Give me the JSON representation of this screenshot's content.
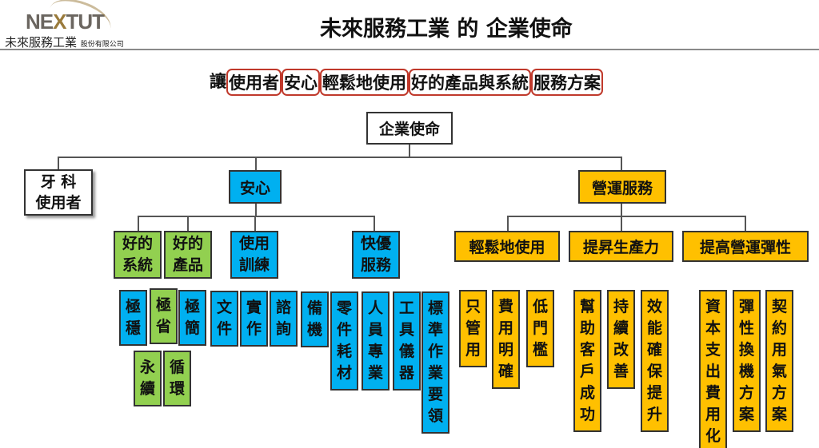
{
  "logo": {
    "brand": "NEXTUT",
    "company": "未來服務工業",
    "company_suffix": "股份有限公司"
  },
  "title": "未來服務工業 的 企業使命",
  "tagline": [
    {
      "text": "讓",
      "hl": false
    },
    {
      "text": "使用者",
      "hl": true
    },
    {
      "text": "安心",
      "hl": true
    },
    {
      "text": "輕鬆地使用",
      "hl": true
    },
    {
      "text": "好的產品與系統",
      "hl": true
    },
    {
      "text": "服務方案",
      "hl": true
    }
  ],
  "root": "企業使命",
  "level1": {
    "user": "牙 科 使用者",
    "safe": "安心",
    "ops": "營運服務"
  },
  "safe_children": {
    "system": "好的系統",
    "product": "好的產品",
    "training": "使用訓練",
    "service": "快優服務"
  },
  "ops_children": {
    "easy": "輕鬆地使用",
    "productivity": "提昇生產力",
    "flex": "提高營運彈性"
  },
  "leaves": {
    "stable": "極穩",
    "save": "極省",
    "simple": "極簡",
    "sustain": "永續",
    "cycle": "循環",
    "docs": "文件",
    "practice": "實作",
    "consult": "諮詢",
    "backup": "備機",
    "parts": "零件耗材",
    "staff": "人員專業",
    "tools": "工具儀器",
    "sop": "標準作業要領",
    "justuse": "只管用",
    "clearcost": "費用明確",
    "lowbar": "低門檻",
    "helpsuccess": "幫助客戶成功",
    "improve": "持續改善",
    "performance": "效能確保提升",
    "capex": "資本支出費用化",
    "swap": "彈性換機方案",
    "contract": "契約用氣方案"
  },
  "colors": {
    "green": "#92d050",
    "blue": "#00b0f0",
    "orange": "#ffc000",
    "highlight": "#c0392b"
  }
}
